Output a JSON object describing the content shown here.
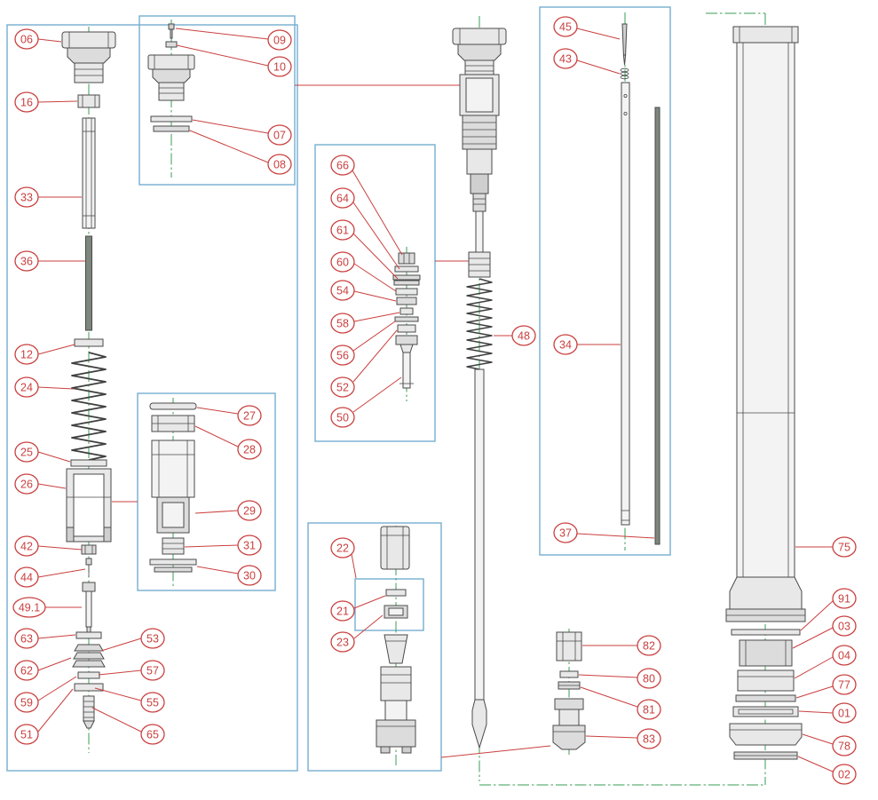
{
  "colors": {
    "callout_red": "#c9403f",
    "detail_box_blue": "#74aecf",
    "centerline_green": "#3a9e56",
    "part_outline_gray": "#4a4a4a",
    "background": "#ffffff"
  },
  "callouts": {
    "main_left": {
      "c06": "06",
      "c16": "16",
      "c33": "33",
      "c36": "36",
      "c12": "12",
      "c24": "24",
      "c25": "25",
      "c26": "26",
      "c42": "42",
      "c44": "44",
      "c49_1": "49.1",
      "c63": "63",
      "c62": "62",
      "c59": "59",
      "c51": "51",
      "c53": "53",
      "c57": "57",
      "c55": "55",
      "c65": "65"
    },
    "cap_detail": {
      "c09": "09",
      "c10": "10",
      "c07": "07",
      "c08": "08"
    },
    "piston_detail": {
      "c27": "27",
      "c28": "28",
      "c29": "29",
      "c31": "31",
      "c30": "30"
    },
    "valve_detail": {
      "c66": "66",
      "c64": "64",
      "c61": "61",
      "c60": "60",
      "c54": "54",
      "c58": "58",
      "c56": "56",
      "c52": "52",
      "c50": "50"
    },
    "cartridge": {
      "c48": "48"
    },
    "rod_detail": {
      "c45": "45",
      "c43": "43",
      "c34": "34",
      "c37": "37"
    },
    "base_valve_detail": {
      "c22": "22",
      "c21": "21",
      "c23": "23"
    },
    "foot_parts": {
      "c82": "82",
      "c80": "80",
      "c81": "81",
      "c83": "83"
    },
    "outer_tube": {
      "c75": "75",
      "c91": "91",
      "c03": "03",
      "c04": "04",
      "c77": "77",
      "c01": "01",
      "c78": "78",
      "c02": "02"
    }
  }
}
